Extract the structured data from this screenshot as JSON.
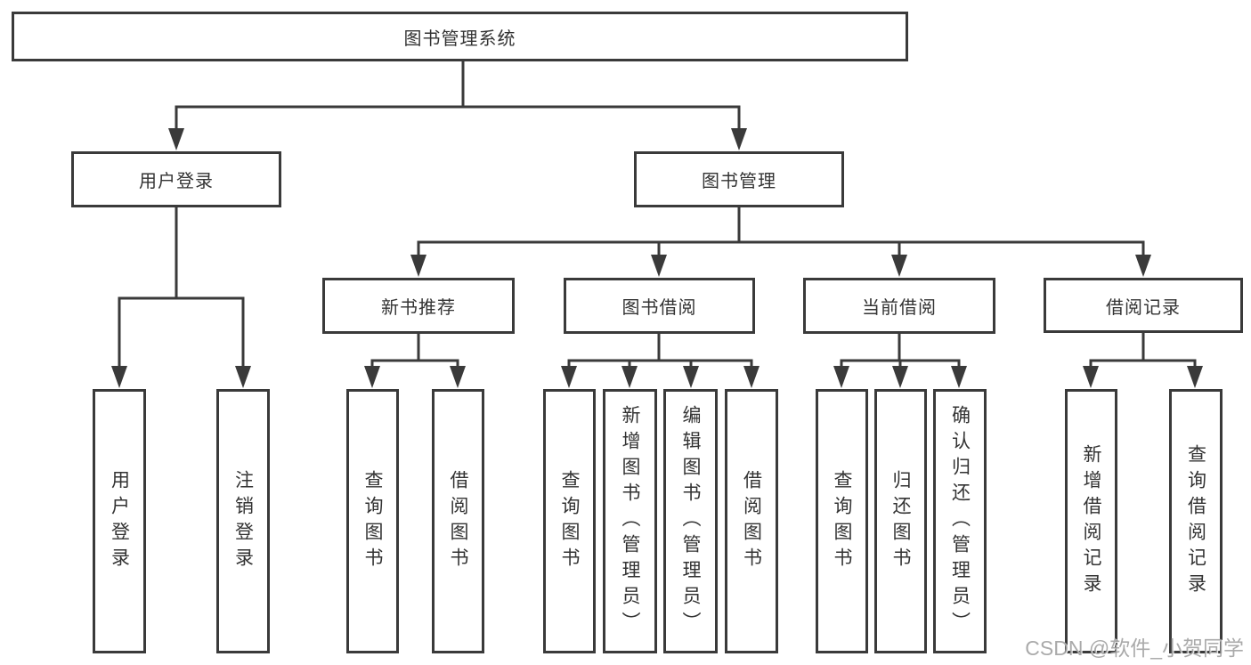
{
  "tree": {
    "root": "图书管理系统",
    "branches": [
      {
        "label": "用户登录",
        "children": [
          "用户登录",
          "注销登录"
        ]
      },
      {
        "label": "图书管理",
        "groups": [
          {
            "label": "新书推荐",
            "children": [
              "查询图书",
              "借阅图书"
            ]
          },
          {
            "label": "图书借阅",
            "children": [
              "查询图书",
              "新增图书（管理员）",
              "编辑图书（管理员）",
              "借阅图书"
            ]
          },
          {
            "label": "当前借阅",
            "children": [
              "查询图书",
              "归还图书",
              "确认归还（管理员）"
            ]
          },
          {
            "label": "借阅记录",
            "children": [
              "新增借阅记录",
              "查询借阅记录"
            ]
          }
        ]
      }
    ]
  },
  "watermark": "CSDN @软件_小贺同学",
  "colors": {
    "line": "#3a3a3a",
    "text": "#333333",
    "background": "#ffffff",
    "watermark": "#9b9b9b"
  }
}
